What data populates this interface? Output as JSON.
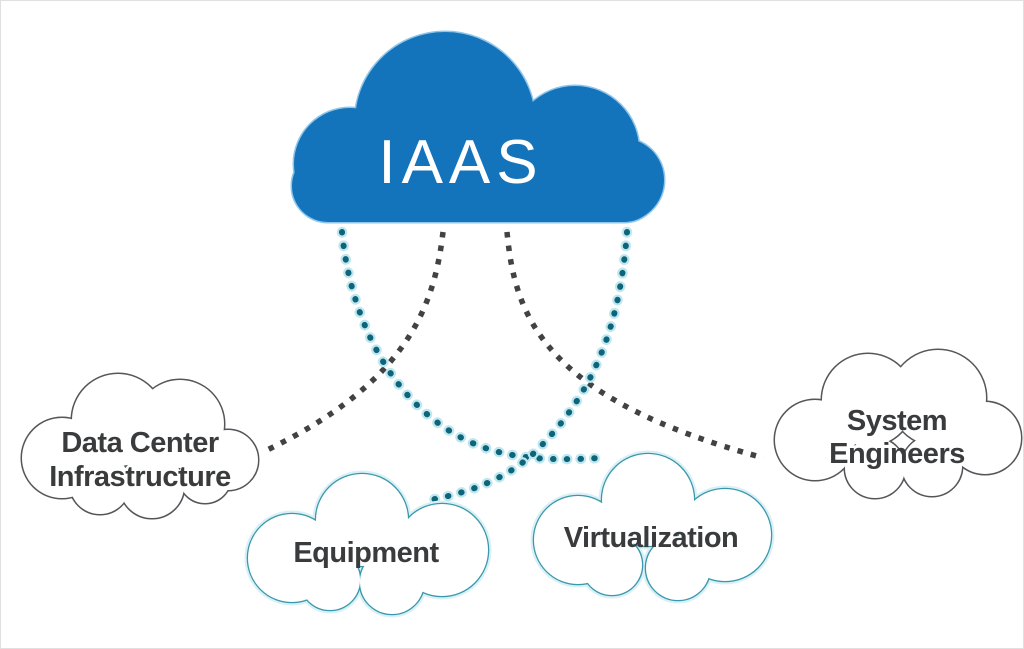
{
  "diagram": {
    "type": "cloud-architecture",
    "center_node": {
      "id": "iaas",
      "label": "IAAS"
    },
    "nodes": [
      {
        "id": "data-center-infrastructure",
        "label_line1": "Data Center",
        "label_line2": "Infrastructure",
        "outline_color": "#55565a"
      },
      {
        "id": "equipment",
        "label_line1": "Equipment",
        "outline_color": "#3b98ac"
      },
      {
        "id": "virtualization",
        "label_line1": "Virtualization",
        "outline_color": "#3b98ac"
      },
      {
        "id": "system-engineers",
        "label_line1": "System",
        "label_line2": "Engineers",
        "outline_color": "#55565a"
      }
    ],
    "connectors": [
      {
        "from": "iaas",
        "to": "data-center-infrastructure",
        "style": "dotted",
        "color": "#414244"
      },
      {
        "from": "iaas",
        "to": "system-engineers",
        "style": "dotted",
        "color": "#414244"
      },
      {
        "from": "iaas",
        "to": "virtualization",
        "style": "dotted",
        "color": "#0e6478"
      },
      {
        "from": "iaas",
        "to": "equipment",
        "style": "dotted",
        "color": "#0e6478"
      }
    ]
  },
  "colors": {
    "iaas_cloud_fill": "#1474bb",
    "iaas_label_text": "#ffffff",
    "node_fill": "#ffffff",
    "node_label_text": "#3a3b3c",
    "gray_connector": "#414244",
    "blue_connector": "#0e6478",
    "background": "#ffffff"
  }
}
